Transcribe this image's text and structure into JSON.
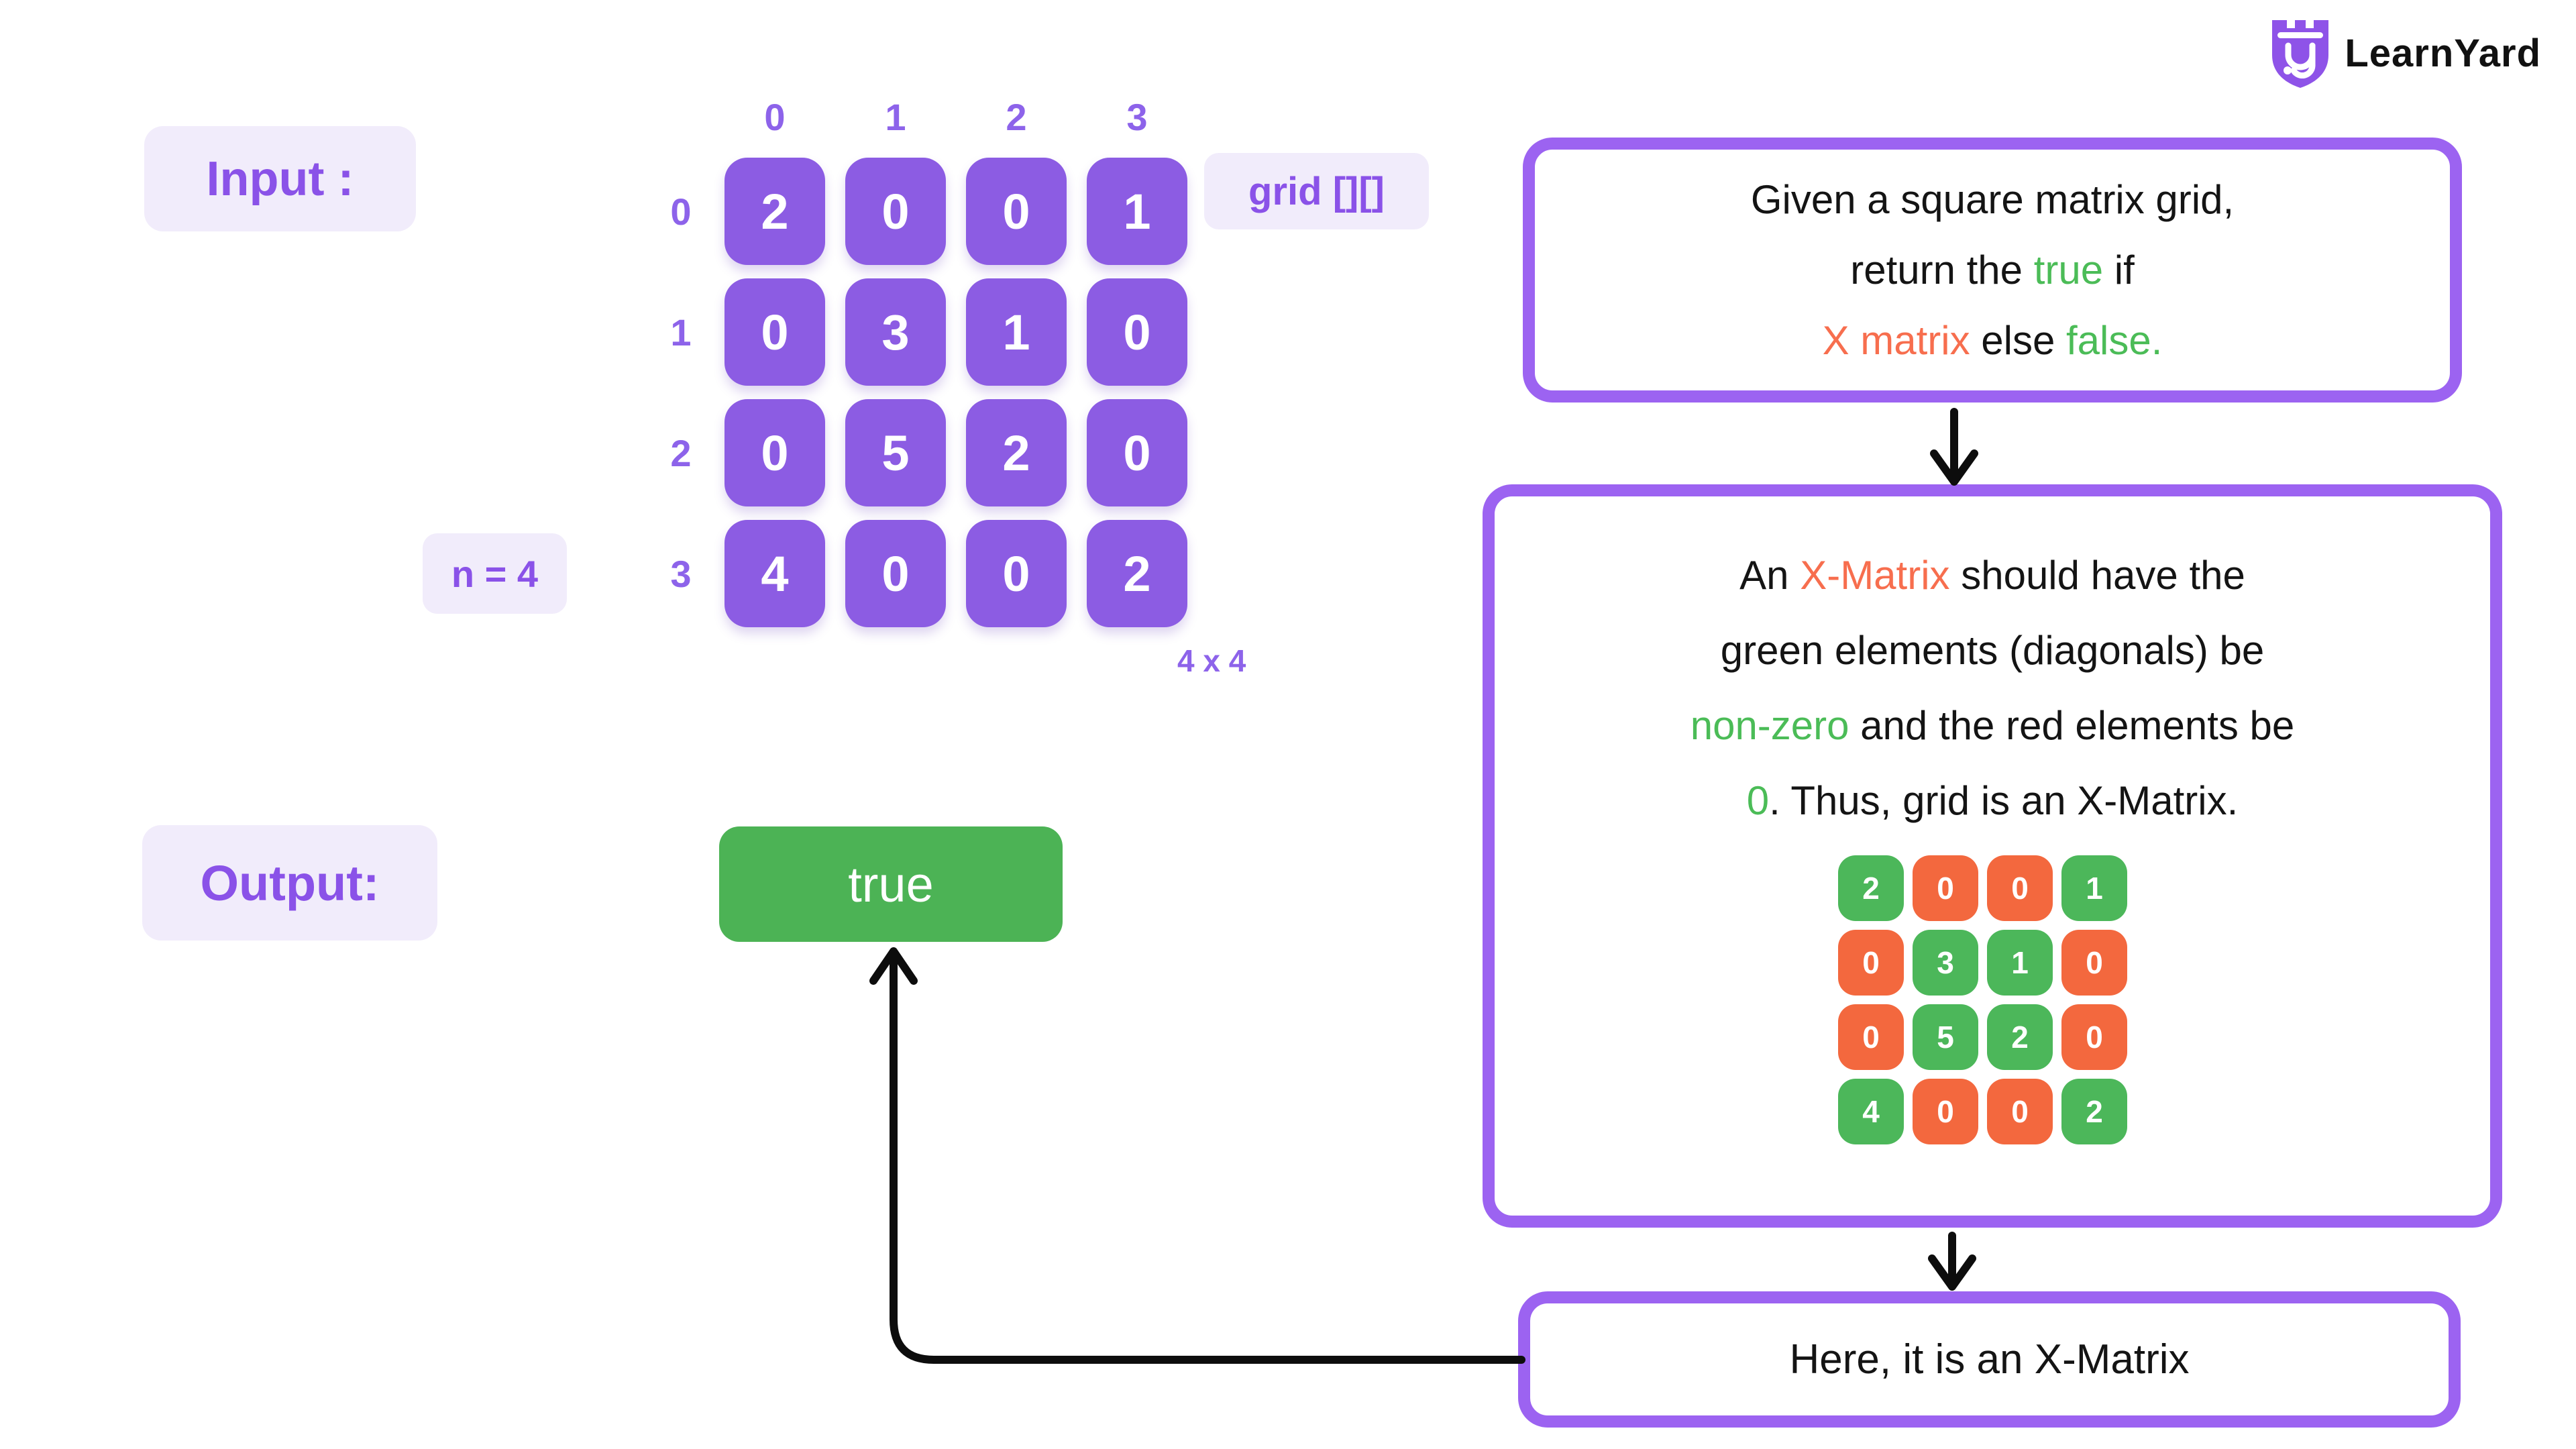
{
  "brand": {
    "name": "LearnYard"
  },
  "colors": {
    "purple_cell": "#8c5ce3",
    "purple_accent": "#8a52e8",
    "purple_soft": "#8d63ea",
    "chip_bg": "#f1ecfb",
    "border_purple": "#9c63f1",
    "green_text": "#4bbc57",
    "orange_text": "#f76e4e",
    "button_green": "#4cb355",
    "mini_green": "#4cb75a",
    "mini_orange": "#f3683e",
    "arrow": "#0d0d0d",
    "dark_text": "#141414"
  },
  "input": {
    "label": "Input :",
    "n_label": "n = 4",
    "grid_label": "grid [][]",
    "size_label": "4 x 4",
    "col_headers": [
      "0",
      "1",
      "2",
      "3"
    ],
    "row_headers": [
      "0",
      "1",
      "2",
      "3"
    ],
    "matrix": [
      [
        "2",
        "0",
        "0",
        "1"
      ],
      [
        "0",
        "3",
        "1",
        "0"
      ],
      [
        "0",
        "5",
        "2",
        "0"
      ],
      [
        "4",
        "0",
        "0",
        "2"
      ]
    ]
  },
  "output": {
    "label": "Output:",
    "value": "true"
  },
  "flow": {
    "problem_box": {
      "lines": [
        [
          {
            "text": "Given a square matrix grid,",
            "color": "dark"
          }
        ],
        [
          {
            "text": "return the ",
            "color": "dark"
          },
          {
            "text": "true",
            "color": "green"
          },
          {
            "text": " if",
            "color": "dark"
          }
        ],
        [
          {
            "text": "X matrix",
            "color": "orange"
          },
          {
            "text": " else ",
            "color": "dark"
          },
          {
            "text": "false.",
            "color": "green"
          }
        ]
      ]
    },
    "explanation_box": {
      "lines": [
        [
          {
            "text": "An ",
            "color": "dark"
          },
          {
            "text": "X-Matrix",
            "color": "orange"
          },
          {
            "text": " should have the",
            "color": "dark"
          }
        ],
        [
          {
            "text": "green elements (diagonals) be",
            "color": "dark"
          }
        ],
        [
          {
            "text": "non-zero",
            "color": "green"
          },
          {
            "text": " and the red elements be",
            "color": "dark"
          }
        ],
        [
          {
            "text": "0",
            "color": "green"
          },
          {
            "text": ". Thus, grid is an X-Matrix.",
            "color": "dark"
          }
        ]
      ],
      "matrix": [
        [
          "2",
          "0",
          "0",
          "1"
        ],
        [
          "0",
          "3",
          "1",
          "0"
        ],
        [
          "0",
          "5",
          "2",
          "0"
        ],
        [
          "4",
          "0",
          "0",
          "2"
        ]
      ],
      "matrix_colors": [
        [
          "green",
          "orange",
          "orange",
          "green"
        ],
        [
          "orange",
          "green",
          "green",
          "orange"
        ],
        [
          "orange",
          "green",
          "green",
          "orange"
        ],
        [
          "green",
          "orange",
          "orange",
          "green"
        ]
      ]
    },
    "conclusion_box": {
      "text": "Here, it is an X-Matrix"
    }
  }
}
